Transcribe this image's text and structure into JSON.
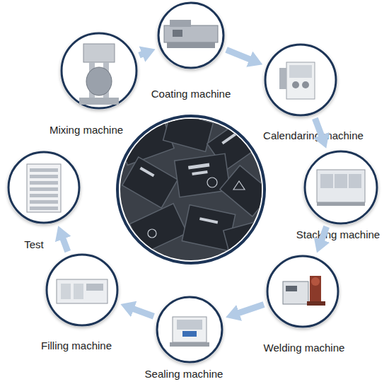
{
  "diagram": {
    "nodes": [
      {
        "text": [
          "Mixing machine"
        ]
      },
      {
        "text": [
          "Coating machine"
        ]
      },
      {
        "text": [
          "Calendaring machine"
        ]
      },
      {
        "text": [
          "Stacking machine"
        ]
      },
      {
        "text": [
          "Welding machine"
        ]
      },
      {
        "text": [
          "Sealing machine"
        ]
      },
      {
        "text": [
          "Filling machine"
        ]
      },
      {
        "text": [
          "Test"
        ]
      }
    ],
    "edges": [
      {
        "from": 0,
        "to": 1,
        "arrow": "to"
      },
      {
        "from": 1,
        "to": 2,
        "arrow": "to"
      },
      {
        "from": 2,
        "to": 3,
        "arrow": "to"
      },
      {
        "from": 3,
        "to": 4,
        "arrow": "to"
      },
      {
        "from": 4,
        "to": 5,
        "arrow": "to"
      },
      {
        "from": 5,
        "to": 6,
        "arrow": "to"
      },
      {
        "from": 6,
        "to": 7,
        "arrow": "to"
      }
    ]
  }
}
